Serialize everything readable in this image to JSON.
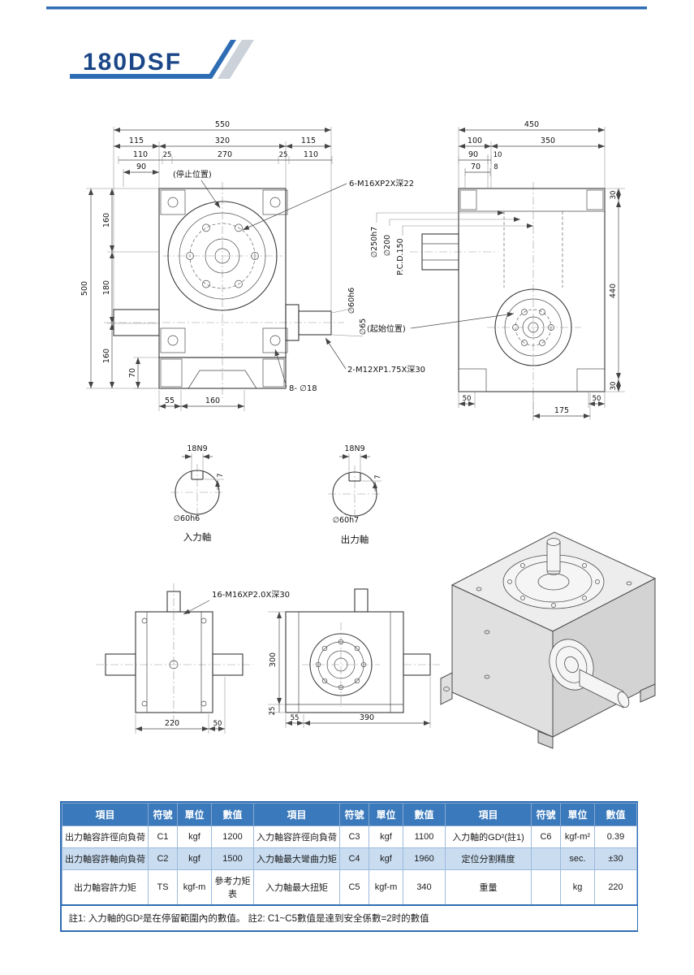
{
  "page": {
    "title": "180DSF"
  },
  "front_view": {
    "dim_550": "550",
    "dim_115": "115",
    "dim_320": "320",
    "dim_110": "110",
    "dim_25": "25",
    "dim_270": "270",
    "dim_90": "90",
    "dim_500": "500",
    "dim_160": "160",
    "dim_180": "180",
    "dim_70": "70",
    "dim_55": "55",
    "dim_160b": "160",
    "label_stop": "(停止位置)",
    "callout_bolts": "6-M16XP2X深22",
    "label_dia60": "∅60h6",
    "label_dia65": "∅65",
    "callout_tap": "2-M12XP1.75X深30",
    "callout_holes": "8- ∅18"
  },
  "side_view": {
    "dim_450": "450",
    "dim_100": "100",
    "dim_350": "350",
    "dim_90": "90",
    "dim_10": "10",
    "dim_70": "70",
    "dim_8": "8",
    "dim_30": "30",
    "dim_440": "440",
    "dim_50": "50",
    "dim_175": "175",
    "label_dia250": "∅250h7",
    "label_dia200": "∅200",
    "label_pcd": "P.C.D.150",
    "label_start": "(起始位置)"
  },
  "input_shaft": {
    "key": "18N9",
    "depth": "7",
    "dia": "∅60h6",
    "caption": "入力軸"
  },
  "output_shaft": {
    "key": "18N9",
    "depth": "7",
    "dia": "∅60h7",
    "caption": "出力軸"
  },
  "bottom_view": {
    "callout": "16-M16XP2.0X深30",
    "dim_220": "220",
    "dim_50": "50"
  },
  "front_bottom_view": {
    "dim_300": "300",
    "dim_25": "25",
    "dim_55": "55",
    "dim_390": "390"
  },
  "spec_table": {
    "headers": [
      "項目",
      "符號",
      "單位",
      "數值"
    ],
    "rows": [
      [
        "出力軸容許徑向負荷",
        "C1",
        "kgf",
        "1200",
        "入力軸容許徑向負荷",
        "C3",
        "kgf",
        "1100",
        "入力軸的GD²(註1)",
        "C6",
        "kgf-m²",
        "0.39"
      ],
      [
        "出力軸容許軸向負荷",
        "C2",
        "kgf",
        "1500",
        "入力軸最大彎曲力矩",
        "C4",
        "kgf",
        "1960",
        "定位分割精度",
        "",
        "sec.",
        "±30"
      ],
      [
        "出力軸容許力矩",
        "TS",
        "kgf-m",
        "參考力矩表",
        "入力軸最大扭矩",
        "C5",
        "kgf-m",
        "340",
        "重量",
        "",
        "kg",
        "220"
      ]
    ],
    "note": "註1: 入力軸的GD²是在停留範圍內的數值。 註2: C1~C5數值是達到安全係數=2时的數值"
  }
}
